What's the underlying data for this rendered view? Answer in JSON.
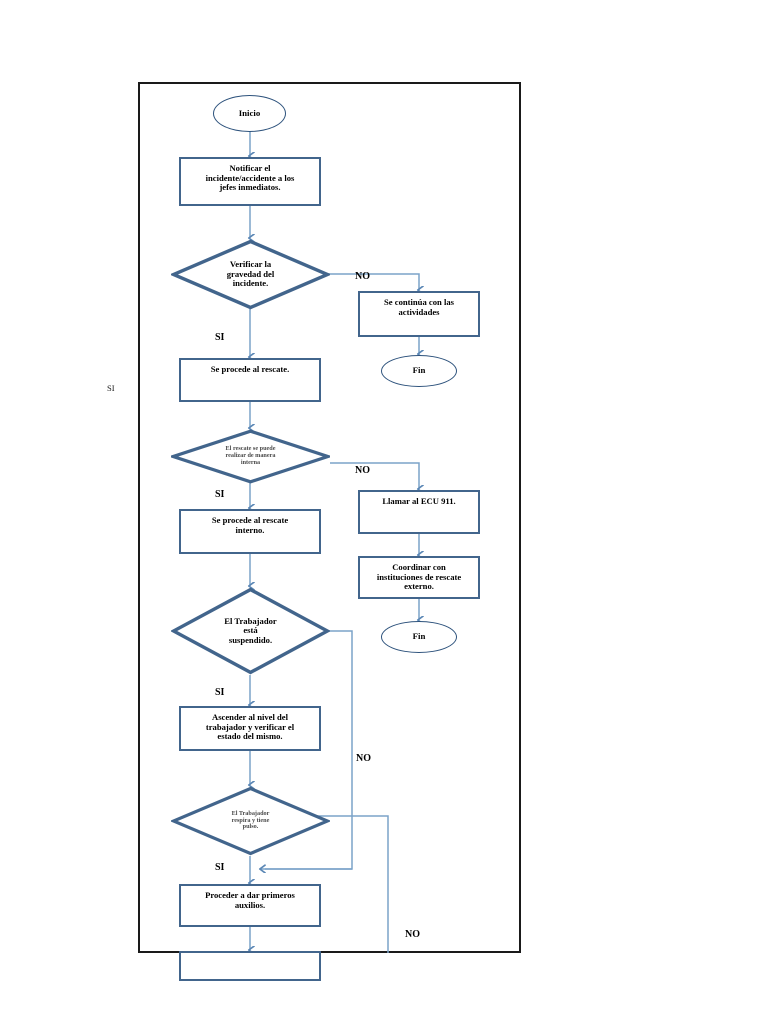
{
  "document": {
    "type": "flowchart",
    "title": "Diagrama de flujo - Procedimiento de rescate y primeros auxilios",
    "language": "es",
    "page_border_color": "#1a1a1a",
    "shape_border_color": "#42658c",
    "connector_color": "#5b87b5",
    "background": "#ffffff"
  },
  "stray_labels": [
    {
      "text": "SI",
      "note": "label outside the page border on the left margin"
    }
  ],
  "nodes": {
    "start": {
      "label": "Inicio",
      "shape": "terminator"
    },
    "notify": {
      "label": "Notificar el\nincidente/accidente a los\njefes inmediatos.",
      "shape": "process"
    },
    "verify_severity": {
      "label": "Verificar la\ngravedad del\nincidente.",
      "shape": "decision"
    },
    "continue_activities": {
      "label": "Se continúa con las\nactividades",
      "shape": "process"
    },
    "end_1": {
      "label": "Fin",
      "shape": "terminator"
    },
    "proceed_rescue": {
      "label": "Se procede al rescate.",
      "shape": "process"
    },
    "internal_rescue_q": {
      "label": "El rescate se puede\nrealizar de manera\ninterna",
      "shape": "decision"
    },
    "call_ecu": {
      "label": "Llamar al ECU 911.",
      "shape": "process"
    },
    "coordinate_external": {
      "label": "Coordinar con\ninstituciones de rescate\nexterno.",
      "shape": "process"
    },
    "end_2": {
      "label": "Fin",
      "shape": "terminator"
    },
    "internal_rescue": {
      "label": "Se procede al rescate\ninterno.",
      "shape": "process"
    },
    "worker_suspended_q": {
      "label": "El Trabajador\nestá\nsuspendido.",
      "shape": "decision"
    },
    "ascend_level": {
      "label": "Ascender al nivel del\ntrabajador y verificar el\nestado del mismo.",
      "shape": "process"
    },
    "breathing_q": {
      "label": "El Trabajador\nrespira y tiene\npulso.",
      "shape": "decision"
    },
    "first_aid": {
      "label": "Proceder a dar primeros\nauxilios.",
      "shape": "process"
    },
    "cut_off_box": {
      "label": "",
      "shape": "process",
      "note": "partially visible, cut off by page bottom"
    }
  },
  "edge_labels": {
    "verify_no": "NO",
    "verify_si": "SI",
    "internal_rescue_no": "NO",
    "internal_rescue_si": "SI",
    "suspended_si": "SI",
    "suspended_no": "NO",
    "breathing_si": "SI",
    "breathing_no": "NO"
  }
}
